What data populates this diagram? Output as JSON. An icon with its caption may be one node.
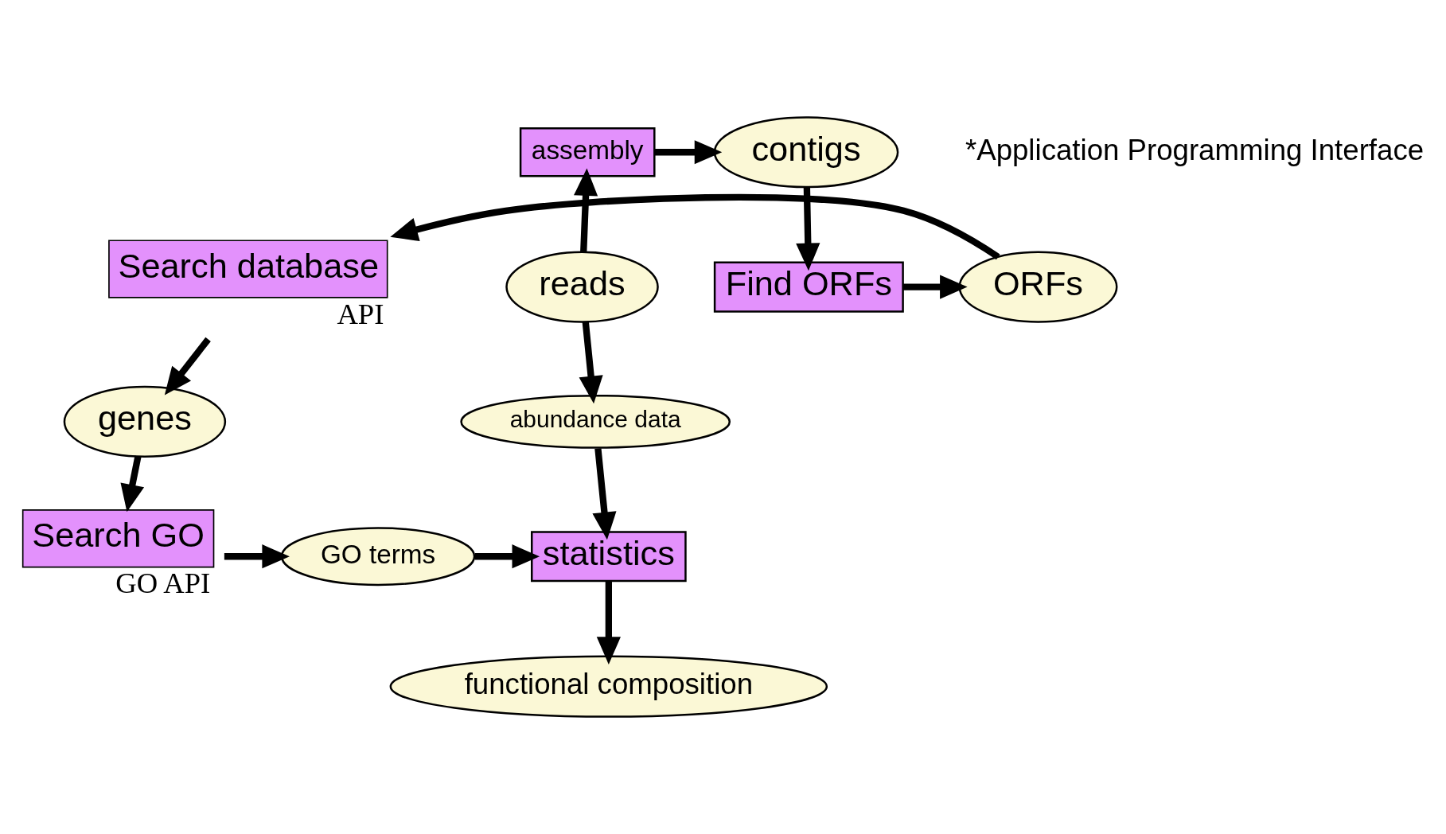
{
  "diagram": {
    "nodes": [
      {
        "text": [
          "assembly"
        ]
      },
      {
        "text": [
          "contigs"
        ]
      },
      {
        "text": [
          "reads"
        ]
      },
      {
        "text": [
          "Find ORFs"
        ]
      },
      {
        "text": [
          "ORFs"
        ]
      },
      {
        "text": [
          "Search database"
        ],
        "beside": [
          "API"
        ]
      },
      {
        "text": [
          "abundance data"
        ]
      },
      {
        "text": [
          "genes"
        ]
      },
      {
        "text": [
          "statistics"
        ]
      },
      {
        "text": [
          "GO terms"
        ]
      },
      {
        "text": [
          "Search GO"
        ],
        "beside": [
          "GO API"
        ]
      },
      {
        "text": [
          "functional composition"
        ]
      }
    ],
    "edges": [
      {
        "from": 2,
        "to": 0,
        "arrow": "to"
      },
      {
        "from": 0,
        "to": 1,
        "arrow": "to"
      },
      {
        "from": 1,
        "to": 3,
        "arrow": "to"
      },
      {
        "from": 3,
        "to": 4,
        "arrow": "to"
      },
      {
        "from": 4,
        "to": 5,
        "arrow": "to"
      },
      {
        "from": 5,
        "to": 7,
        "arrow": "to"
      },
      {
        "from": 7,
        "to": 10,
        "arrow": "to"
      },
      {
        "from": 10,
        "to": 9,
        "arrow": "to"
      },
      {
        "from": 9,
        "to": 8,
        "arrow": "to"
      },
      {
        "from": 2,
        "to": 6,
        "arrow": "to"
      },
      {
        "from": 6,
        "to": 8,
        "arrow": "to"
      },
      {
        "from": 8,
        "to": 11,
        "arrow": "to"
      }
    ],
    "labels": [
      "*Application Programming Interface"
    ]
  }
}
